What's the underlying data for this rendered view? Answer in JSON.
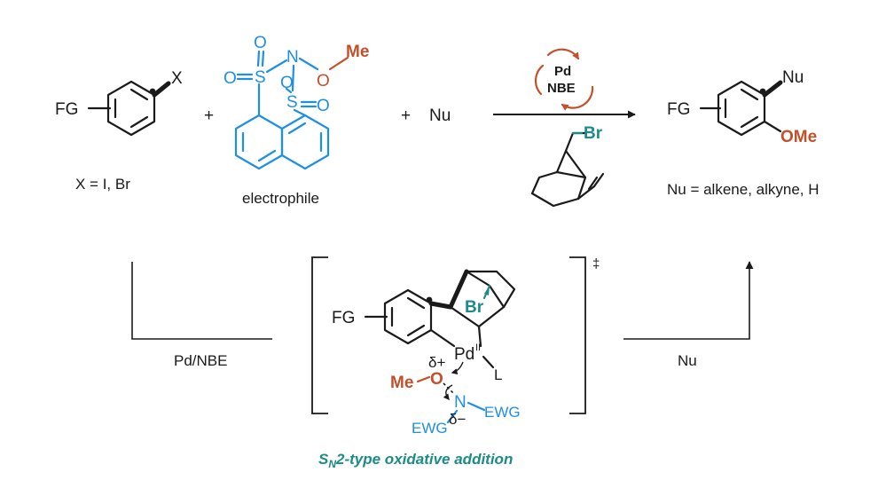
{
  "colors": {
    "black": "#1a1a1a",
    "electrophile_blue": "#1e8fe6",
    "methoxy_orange": "#c4502a",
    "bromine_teal": "#1b8c87"
  },
  "reaction": {
    "substrate": {
      "fg": "FG",
      "leaving_group": "X",
      "caption": "X = I, Br"
    },
    "plus_1": "+",
    "electrophile": {
      "atoms": {
        "o1": "O",
        "s1": "S",
        "o2": "O",
        "n": "N",
        "o3": "O",
        "me": "Me",
        "s2": "S",
        "o4": "O",
        "o5": "O"
      },
      "caption": "electrophile"
    },
    "plus_2": "+",
    "nucleophile": "Nu",
    "catalyst_badge": {
      "pd": "Pd",
      "nbe": "NBE"
    },
    "mediator_bromo": "Br",
    "product": {
      "fg": "FG",
      "nu": "Nu",
      "ome": "OMe",
      "caption": "Nu = alkene, alkyne, H"
    }
  },
  "mechanism": {
    "left_label": "Pd/NBE",
    "right_label": "Nu",
    "ts_dagger": "‡",
    "ts": {
      "fg": "FG",
      "br": "Br",
      "pd": "Pd",
      "pd_ox": "II",
      "l": "L",
      "delta_plus": "δ+",
      "delta_minus": "δ−",
      "me": "Me",
      "o": "O",
      "n": "N",
      "ewg_1": "EWG",
      "ewg_2": "EWG"
    },
    "caption": {
      "s": "S",
      "n_sub": "N",
      "rest": "2-type oxidative addition"
    }
  }
}
